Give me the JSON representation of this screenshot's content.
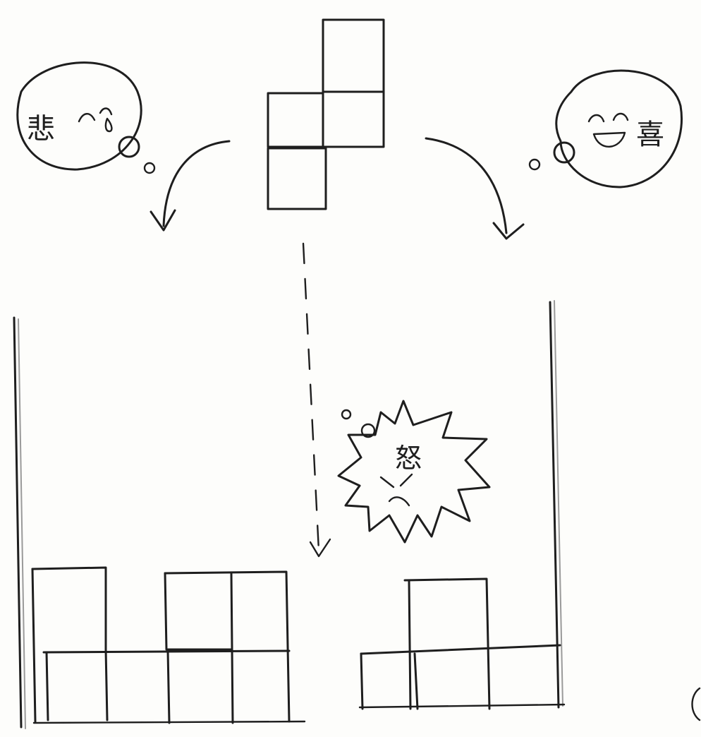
{
  "emotions": {
    "sad": "悲",
    "happy": "喜",
    "angry": "怒"
  },
  "colors": {
    "ink": "#1e1e1e",
    "paper": "#fdfdfb"
  }
}
